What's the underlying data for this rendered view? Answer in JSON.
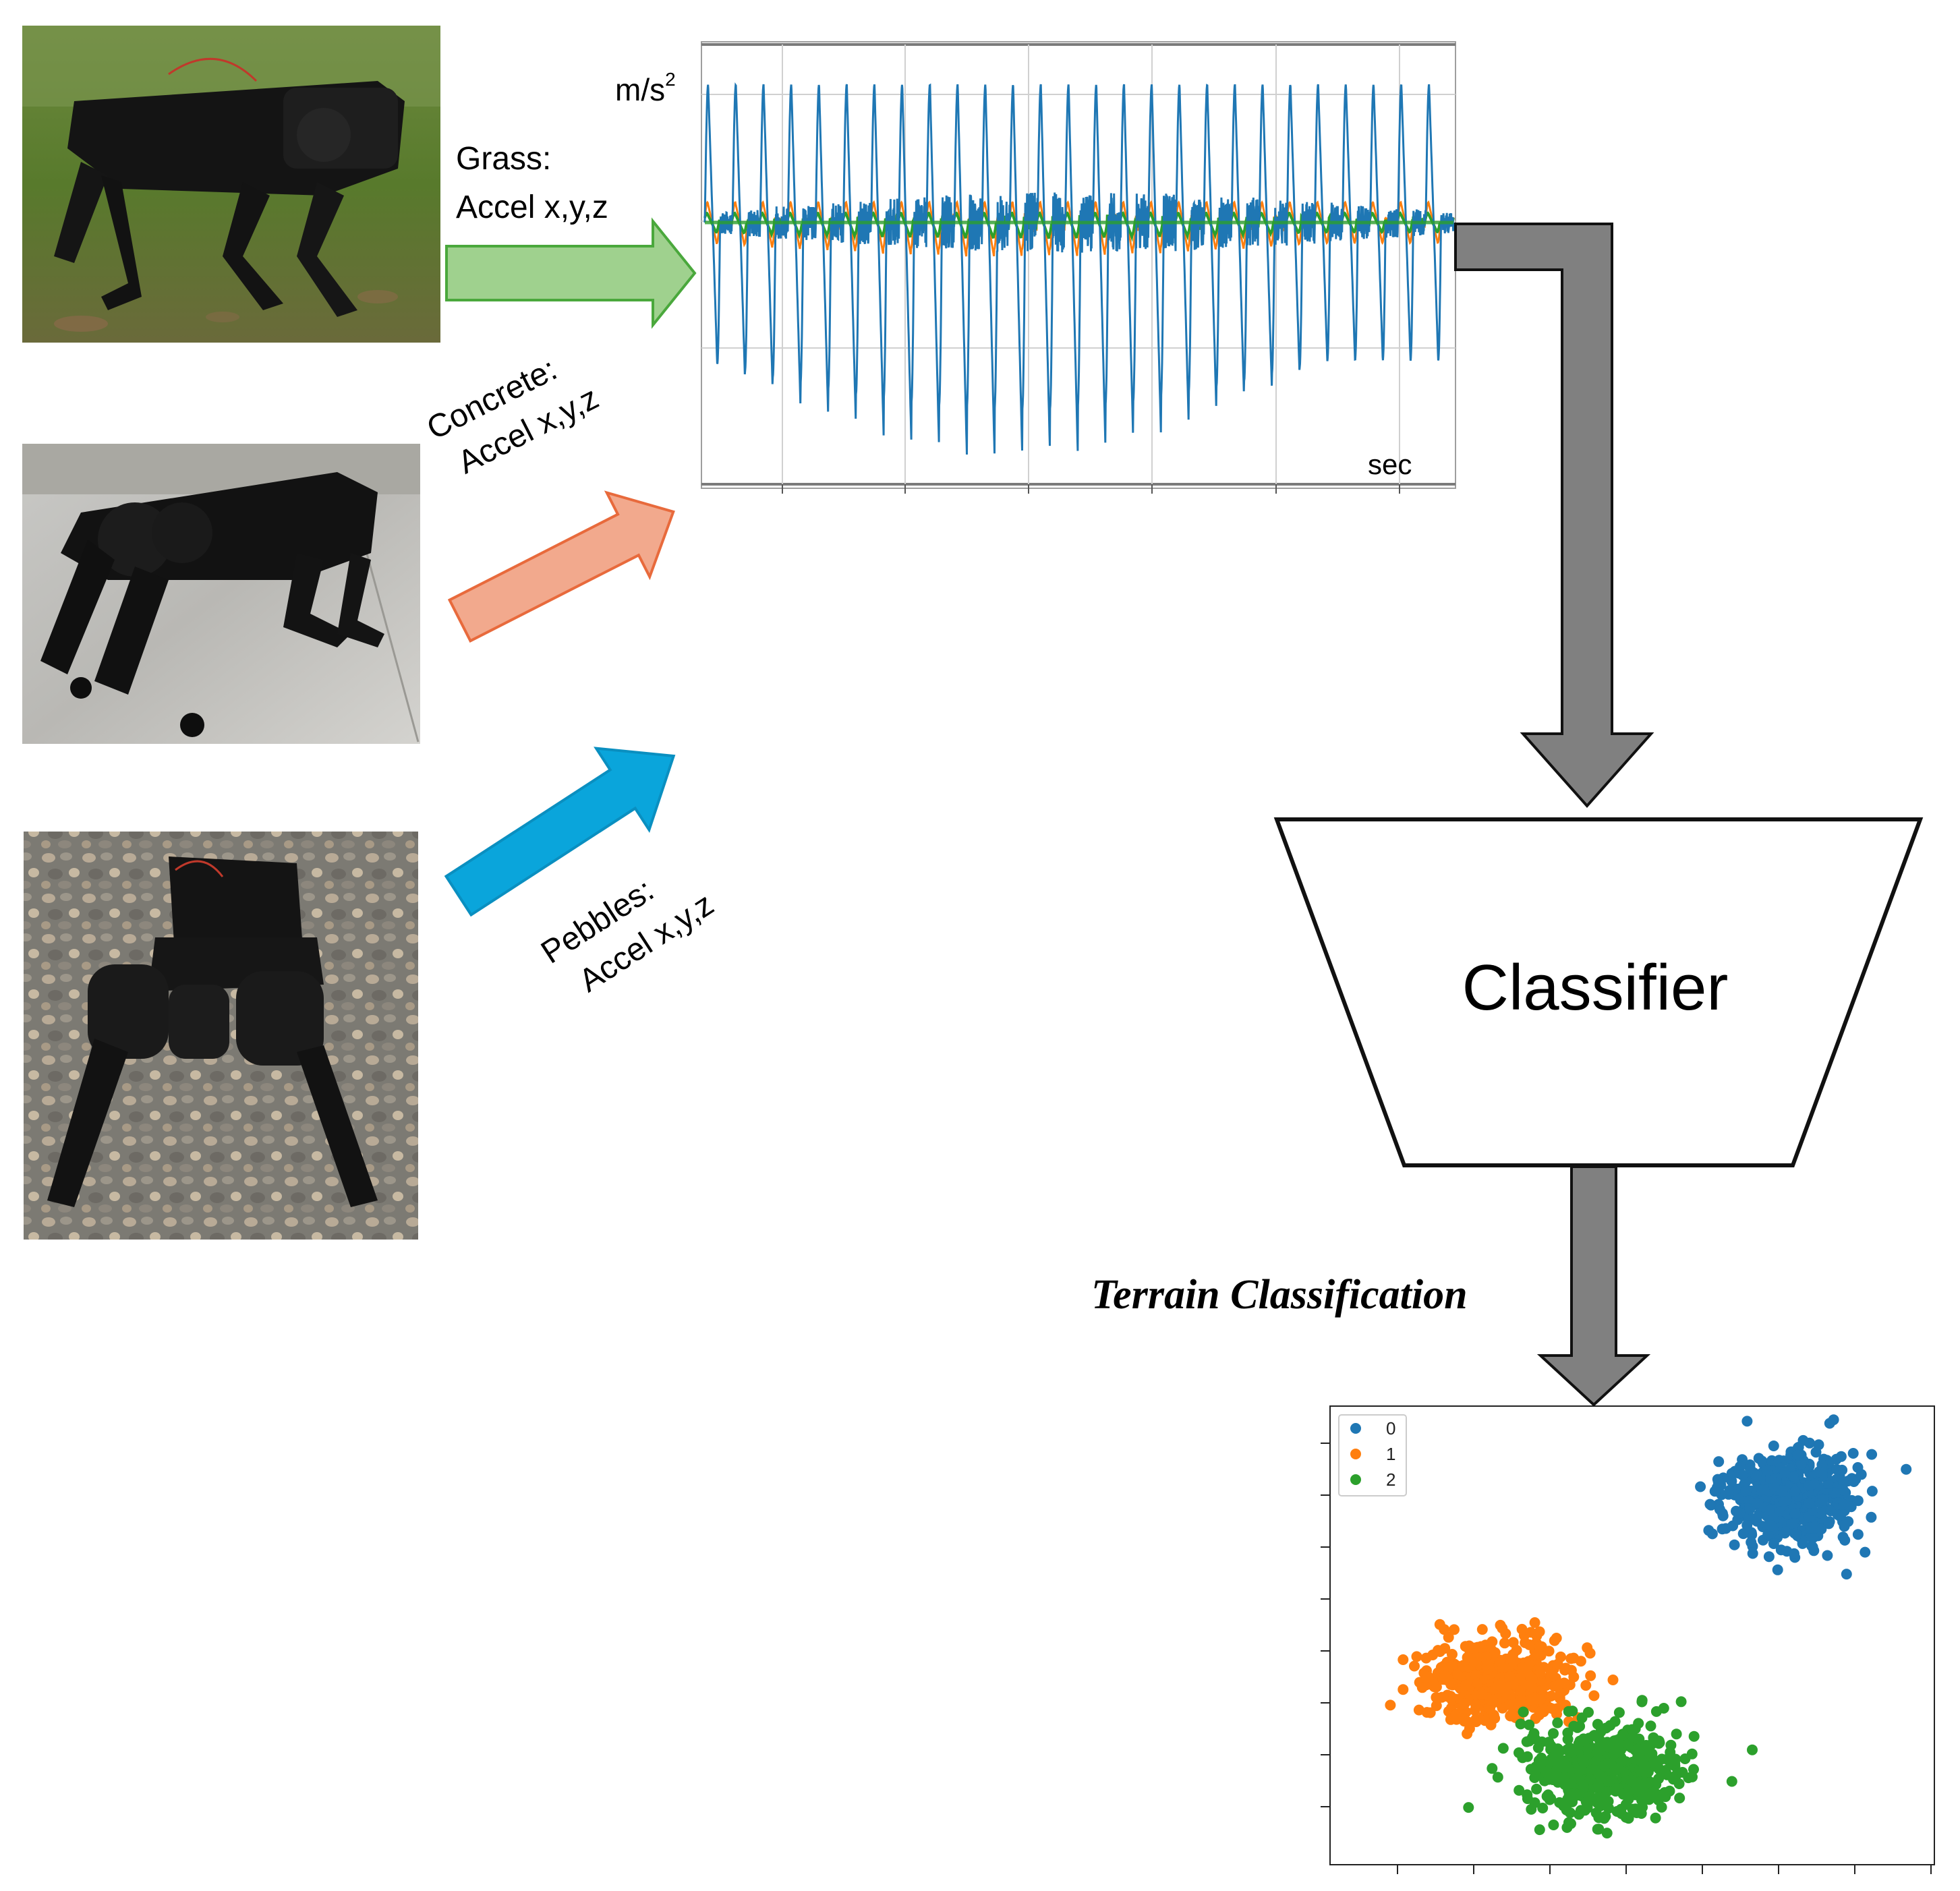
{
  "inputs": [
    {
      "surface": "Grass",
      "label_line1": "Grass:",
      "label_line2": "Accel x,y,z",
      "arrow_fill": "#9fd18e",
      "arrow_stroke": "#4aa83c",
      "photo_icon": "grass-robot-photo"
    },
    {
      "surface": "Concrete",
      "label_line1": "Concrete:",
      "label_line2": "Accel x,y,z",
      "arrow_fill": "#f2a98d",
      "arrow_stroke": "#e86a3c",
      "photo_icon": "concrete-robot-photo"
    },
    {
      "surface": "Pebbles",
      "label_line1": "Pebbles:",
      "label_line2": "Accel x,y,z",
      "arrow_fill": "#0aa5db",
      "arrow_stroke": "#0a8fc0",
      "photo_icon": "pebbles-robot-photo"
    }
  ],
  "signal_plot": {
    "ylabel_base": "m/s",
    "ylabel_exp": "2",
    "xlabel": "sec",
    "series_colors": [
      "#1f77b4",
      "#ff7f0e",
      "#2ca02c"
    ]
  },
  "classifier": {
    "label": "Classifier"
  },
  "output_caption": "Terrain Classification",
  "connector_color": "#808080",
  "chart_data": {
    "type": "scatter",
    "title": "",
    "xlabel": "",
    "ylabel": "",
    "legend_position": "top-left",
    "grid": false,
    "series": [
      {
        "name": "0",
        "color": "#1f77b4",
        "center": [
          0.76,
          0.8
        ],
        "spread": [
          0.055,
          0.05
        ]
      },
      {
        "name": "1",
        "color": "#ff7f0e",
        "center": [
          0.28,
          0.4
        ],
        "spread": [
          0.06,
          0.045
        ]
      },
      {
        "name": "2",
        "color": "#2ca02c",
        "center": [
          0.45,
          0.21
        ],
        "spread": [
          0.065,
          0.05
        ]
      }
    ]
  }
}
